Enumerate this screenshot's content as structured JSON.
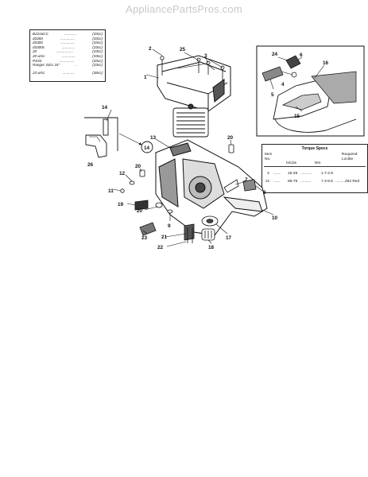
{
  "watermark": "AppliancePartsPros.com",
  "models": [
    {
      "name": "B2216CC",
      "cc": "(33cc)"
    },
    {
      "name": "d3300",
      "cc": "(33cc)"
    },
    {
      "name": "d3300",
      "cc": "(33cc)"
    },
    {
      "name": "d3300c",
      "cc": "(33cc)"
    },
    {
      "name": "20",
      "cc": "(33cc)"
    },
    {
      "name": "20 w/cc",
      "cc": "(33cc)"
    },
    {
      "name": "PS33",
      "cc": "(33cc)"
    },
    {
      "name": "Ranger 33cc 16\"",
      "cc": "(33cc)"
    },
    {
      "name": "23 w/cc",
      "cc": "(38cc)"
    }
  ],
  "torque": {
    "title": "Torque Specs",
    "headers": {
      "item1": "Item",
      "item2": "No.",
      "inlbs": "In/Lbs",
      "nm": "Nm",
      "req1": "Required",
      "req2": "Loctite"
    },
    "rows": [
      {
        "item": "3",
        "inlbs": "15-25",
        "nm": "1.7-2.8",
        "loctite": ""
      },
      {
        "item": "21",
        "inlbs": "65-75",
        "nm": "7.3-8.5",
        "loctite": "262 Red"
      }
    ]
  },
  "callouts": {
    "c1": "1",
    "c2": "2",
    "c3": "3",
    "c4": "4",
    "c5": "5",
    "c6": "6",
    "c7": "7",
    "c8": "8",
    "c9": "9",
    "c10": "10",
    "c11": "11",
    "c12": "12",
    "c13": "13",
    "c14a": "14",
    "c14b": "14",
    "c15": "15",
    "c16": "16",
    "c17": "17",
    "c18": "18",
    "c19": "19",
    "c20a": "20",
    "c20b": "20",
    "c20c": "20",
    "c21": "21",
    "c22": "22",
    "c23": "23",
    "c24": "24",
    "c25": "25",
    "c26": "26"
  }
}
